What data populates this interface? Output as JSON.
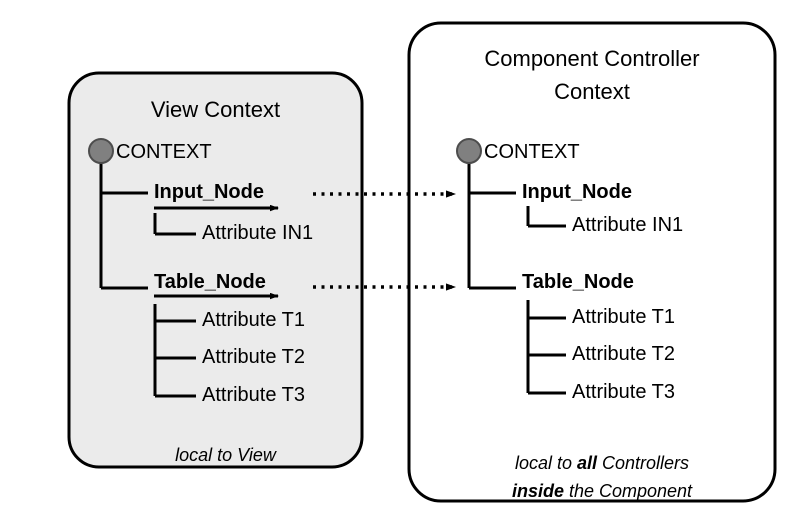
{
  "diagram": {
    "background_color": "#ffffff",
    "stroke_color": "#000000",
    "node_dot_color": "#808080",
    "panels": [
      {
        "id": "view-context",
        "title": "View Context",
        "fill_color": "#ebebeb",
        "root_label": "CONTEXT",
        "nodes": [
          {
            "name": "Input_Node",
            "has_arrow": true,
            "attributes": [
              "Attribute IN1"
            ]
          },
          {
            "name": "Table_Node",
            "has_arrow": true,
            "attributes": [
              "Attribute T1",
              "Attribute T2",
              "Attribute T3"
            ]
          }
        ],
        "footnote_lines": [
          [
            {
              "text": "local to View",
              "bold": false
            }
          ]
        ]
      },
      {
        "id": "component-controller-context",
        "title_line1": "Component Controller",
        "title_line2": "Context",
        "fill_color": "#ffffff",
        "root_label": "CONTEXT",
        "nodes": [
          {
            "name": "Input_Node",
            "has_arrow": false,
            "attributes": [
              "Attribute IN1"
            ]
          },
          {
            "name": "Table_Node",
            "has_arrow": false,
            "attributes": [
              "Attribute T1",
              "Attribute T2",
              "Attribute T3"
            ]
          }
        ],
        "footnote_lines": [
          [
            {
              "text": "local to ",
              "bold": false
            },
            {
              "text": "all",
              "bold": true
            },
            {
              "text": " Controllers",
              "bold": false
            }
          ],
          [
            {
              "text": "inside",
              "bold": true
            },
            {
              "text": " the Component",
              "bold": false
            }
          ]
        ]
      }
    ],
    "mapping_arrows": [
      {
        "label": "input-node-mapping",
        "from_node": "Input_Node",
        "to_node": "Input_Node",
        "style": "dotted"
      },
      {
        "label": "table-node-mapping",
        "from_node": "Table_Node",
        "to_node": "Table_Node",
        "style": "dotted"
      }
    ]
  }
}
